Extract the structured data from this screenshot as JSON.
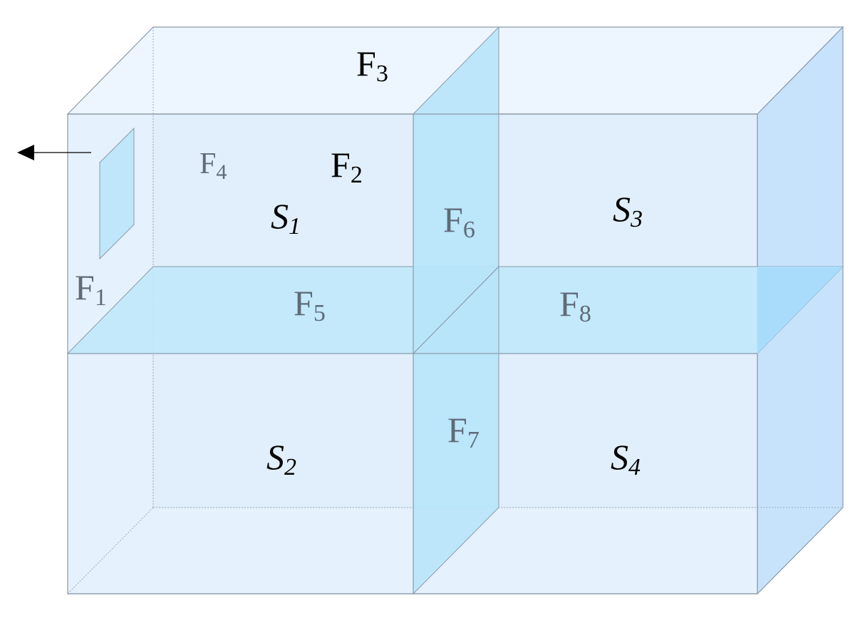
{
  "labels": {
    "f1": {
      "base": "F",
      "sub": "1"
    },
    "f2": {
      "base": "F",
      "sub": "2"
    },
    "f3": {
      "base": "F",
      "sub": "3"
    },
    "f4": {
      "base": "F",
      "sub": "4"
    },
    "f5": {
      "base": "F",
      "sub": "5"
    },
    "f6": {
      "base": "F",
      "sub": "6"
    },
    "f7": {
      "base": "F",
      "sub": "7"
    },
    "f8": {
      "base": "F",
      "sub": "8"
    },
    "s1": {
      "base": "S",
      "sub": "1"
    },
    "s2": {
      "base": "S",
      "sub": "2"
    },
    "s3": {
      "base": "S",
      "sub": "3"
    },
    "s4": {
      "base": "S",
      "sub": "4"
    }
  },
  "colors": {
    "front_face": "#e1effc",
    "top_face": "#edf6fe",
    "side_face": "#c7e3fb",
    "partition_vertical": "#b8e4fa",
    "partition_horizontal": "#c0e8fb",
    "opening": "#bfe6fa",
    "edge": "#8a9aab",
    "arrow": "#000000"
  }
}
